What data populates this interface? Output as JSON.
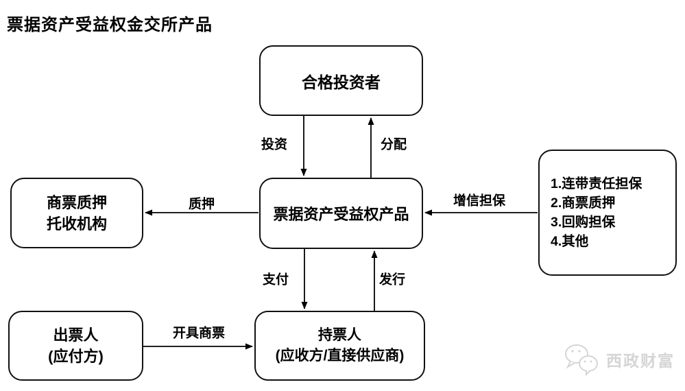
{
  "title": "票据资产受益权金交所产品",
  "colors": {
    "stroke": "#000000",
    "box_border": "#111111",
    "watermark": "#d5d5d5",
    "background": "#ffffff"
  },
  "nodes": {
    "qualified_investor": {
      "lines": [
        "合格投资者"
      ]
    },
    "product": {
      "lines": [
        "票据资产受益权产品"
      ]
    },
    "pledge_collection_agency": {
      "lines": [
        "商票质押",
        "托收机构"
      ]
    },
    "credit_enhancement_options": {
      "lines": [
        "1.连带责任担保",
        "2.商票质押",
        "3.回购担保",
        "4.其他"
      ]
    },
    "drawer": {
      "lines": [
        "出票人",
        "(应付方)"
      ]
    },
    "holder": {
      "lines": [
        "持票人",
        "(应收方/直接供应商)"
      ]
    }
  },
  "edges": {
    "invest": {
      "label": "投资"
    },
    "distribute": {
      "label": "分配"
    },
    "pledge": {
      "label": "质押"
    },
    "credit_enhancement": {
      "label": "增信担保"
    },
    "pay": {
      "label": "支付"
    },
    "issue": {
      "label": "发行"
    },
    "draw_bill": {
      "label": "开具商票"
    }
  },
  "watermark": {
    "text": "西政财富",
    "icon": "wechat-icon"
  }
}
